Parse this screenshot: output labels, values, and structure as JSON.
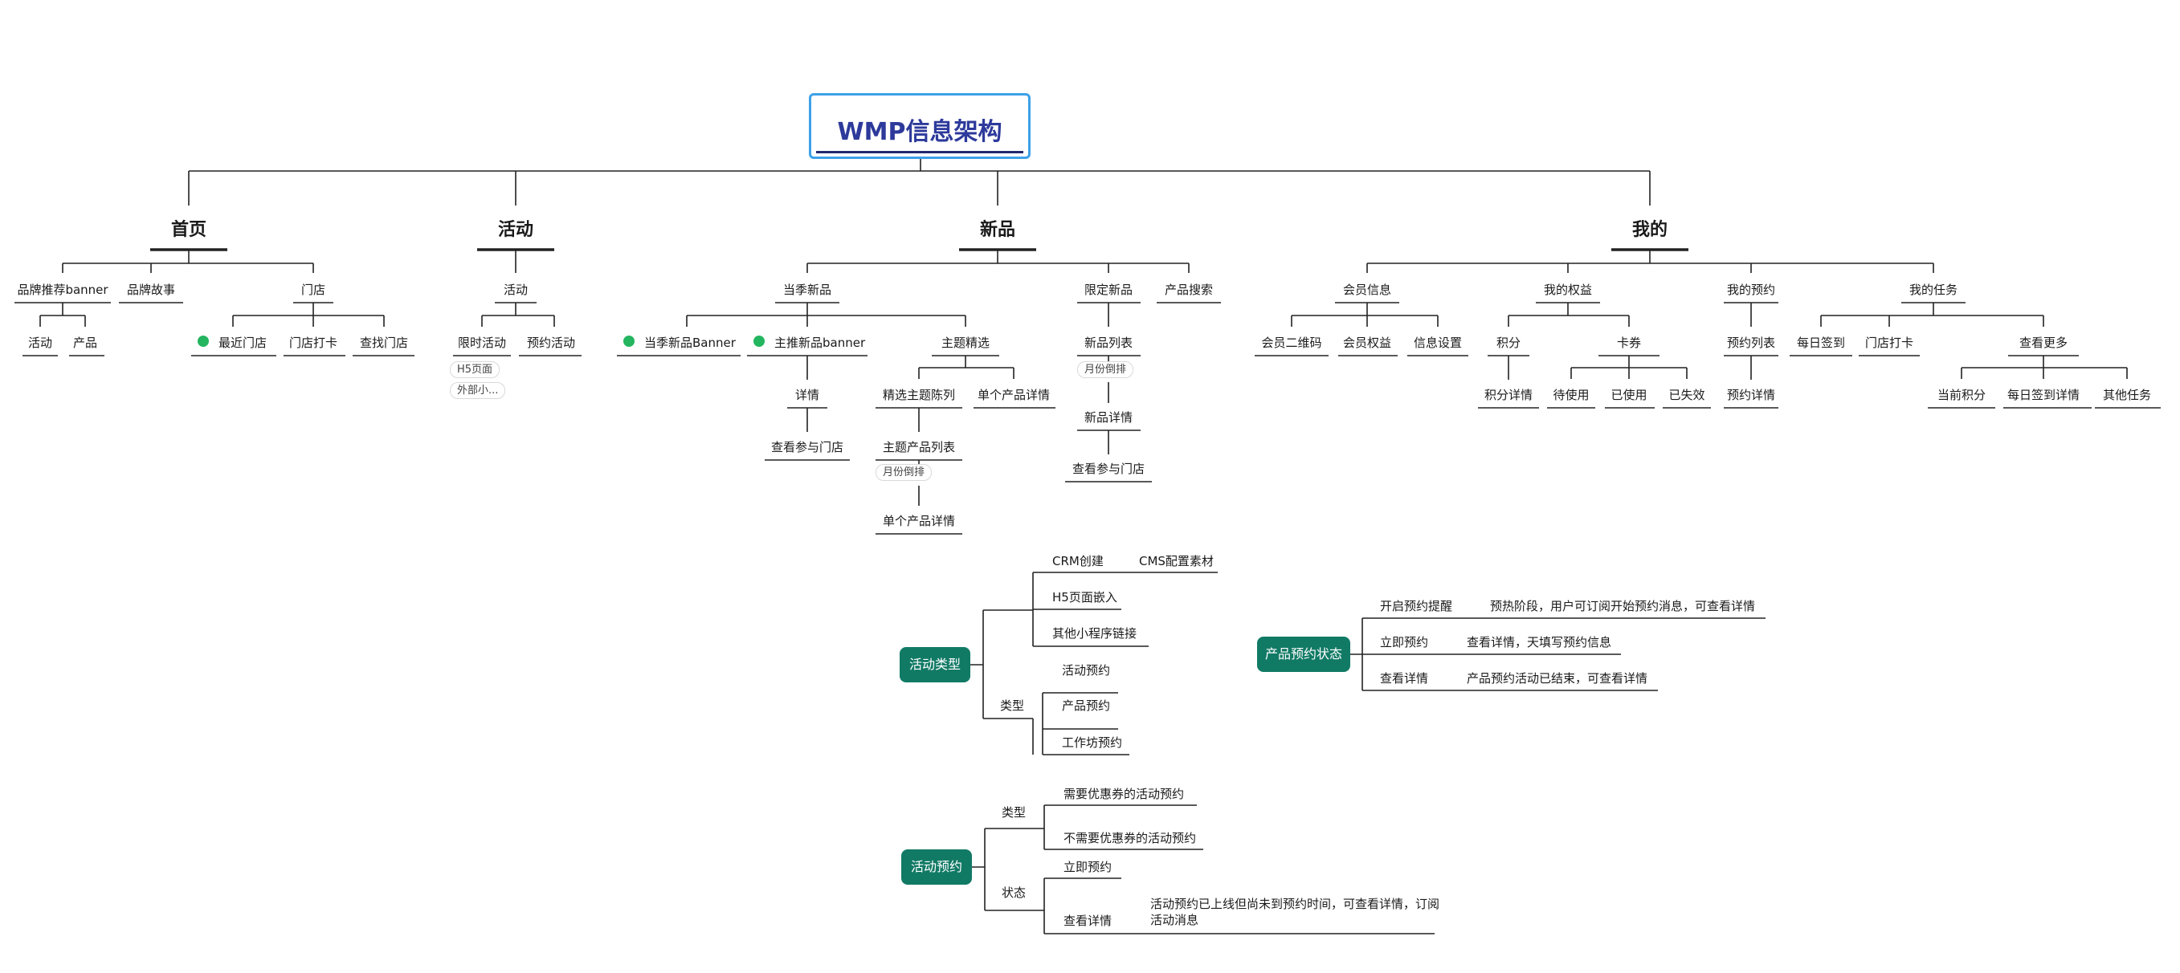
{
  "root": {
    "title": "WMP信息架构"
  },
  "home": {
    "title": "首页",
    "brand_banner": "品牌推荐banner",
    "brand_story": "品牌故事",
    "store": "门店",
    "activity": "活动",
    "product": "产品",
    "nearest_store": "最近门店",
    "store_checkin": "门店打卡",
    "find_store": "查找门店"
  },
  "activity": {
    "title": "活动",
    "sub": "活动",
    "limited": "限时活动",
    "reservation": "预约活动",
    "tag_h5": "H5页面",
    "tag_external": "外部小..."
  },
  "newproduct": {
    "title": "新品",
    "season": "当季新品",
    "limited": "限定新品",
    "search": "产品搜索",
    "season_banner": "当季新品Banner",
    "main_banner": "主推新品banner",
    "theme_pick": "主题精选",
    "detail": "详情",
    "view_stores": "查看参与门店",
    "theme_list": "精选主题陈列",
    "single_detail": "单个产品详情",
    "theme_product_list": "主题产品列表",
    "tag_month": "月份倒排",
    "single_detail2": "单个产品详情",
    "new_list": "新品列表",
    "tag_month2": "月份倒排",
    "new_detail": "新品详情",
    "view_stores2": "查看参与门店"
  },
  "mine": {
    "title": "我的",
    "member_info": "会员信息",
    "rights": "我的权益",
    "reservations": "我的预约",
    "tasks": "我的任务",
    "qr": "会员二维码",
    "member_rights": "会员权益",
    "info_settings": "信息设置",
    "points": "积分",
    "coupons": "卡券",
    "points_detail": "积分详情",
    "unused": "待使用",
    "used": "已使用",
    "expired": "已失效",
    "res_list": "预约列表",
    "res_detail": "预约详情",
    "daily_checkin": "每日签到",
    "store_checkin": "门店打卡",
    "more": "查看更多",
    "current_points": "当前积分",
    "checkin_detail": "每日签到详情",
    "other_tasks": "其他任务"
  },
  "activity_type": {
    "label": "活动类型",
    "crm": "CRM创建",
    "cms": "CMS配置素材",
    "h5": "H5页面嵌入",
    "mini": "其他小程序链接",
    "type": "类型",
    "t1": "活动预约",
    "t2": "产品预约",
    "t3": "工作坊预约"
  },
  "product_res_status": {
    "label": "产品预约状态",
    "s1": "开启预约提醒",
    "s1_desc": "预热阶段，用户可订阅开始预约消息，可查看详情",
    "s2": "立即预约",
    "s2_desc": "查看详情，天填写预约信息",
    "s3": "查看详情",
    "s3_desc": "产品预约活动已结束，可查看详情"
  },
  "activity_res": {
    "label": "活动预约",
    "type": "类型",
    "c1": "需要优惠券的活动预约",
    "c2": "不需要优惠券的活动预约",
    "status": "状态",
    "st1": "立即预约",
    "st2": "查看详情",
    "st2_desc": "活动预约已上线但尚未到预约时间，可查看详情，订阅活动消息"
  },
  "colors": {
    "accent_teal": "#117a65",
    "root_border": "#3da1e8",
    "root_text": "#2d3a9b",
    "dot": "#23b55f"
  }
}
